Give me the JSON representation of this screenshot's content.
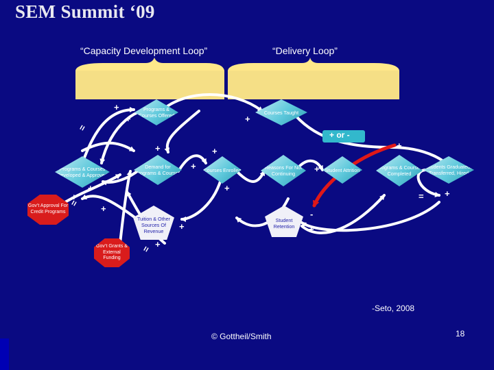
{
  "title": "SEM Summit ‘09",
  "loops": {
    "capacity": "“Capacity Development Loop”",
    "delivery": "“Delivery Loop”"
  },
  "nodes": {
    "programs_offered": "Programs & Courses Offered",
    "courses_taught": "Courses Taught",
    "programs_developed": "Programs & Courses Developed & Approved",
    "demand": "Demand for Programs & Courses",
    "courses_enrolled": "Courses Enrolled",
    "reasons_not_continuing": "Reasons For Not Continuing",
    "student_attrition": "Student Attrition",
    "programs_completed": "Programs & Courses Completed",
    "students_graduated": "Students Graduated, Transferred, Hired",
    "govt_approval": "Gov’t Approval For Credit Programs",
    "tuition_revenue": "Tuition & Other Sources Of Revenue",
    "student_retention": "Student Retention",
    "govt_grants": "Gov’t Grants & External Funding"
  },
  "signs": {
    "plus": "+",
    "minus": "-",
    "delay": "=",
    "plus_or_minus": "+ or -"
  },
  "footer": {
    "citation": "-Seto, 2008",
    "copyright": "© Gottheil/Smith",
    "page_number": "18"
  },
  "colors": {
    "background": "#0a0a82",
    "arrow": "#ffffff",
    "highlight_arrow": "#e01818",
    "brace": "#ffe88a",
    "box": "#f5df86",
    "diamond": "#5fc9dc",
    "pentagon": "#f0f0f8",
    "stop": "#d91c1c"
  }
}
